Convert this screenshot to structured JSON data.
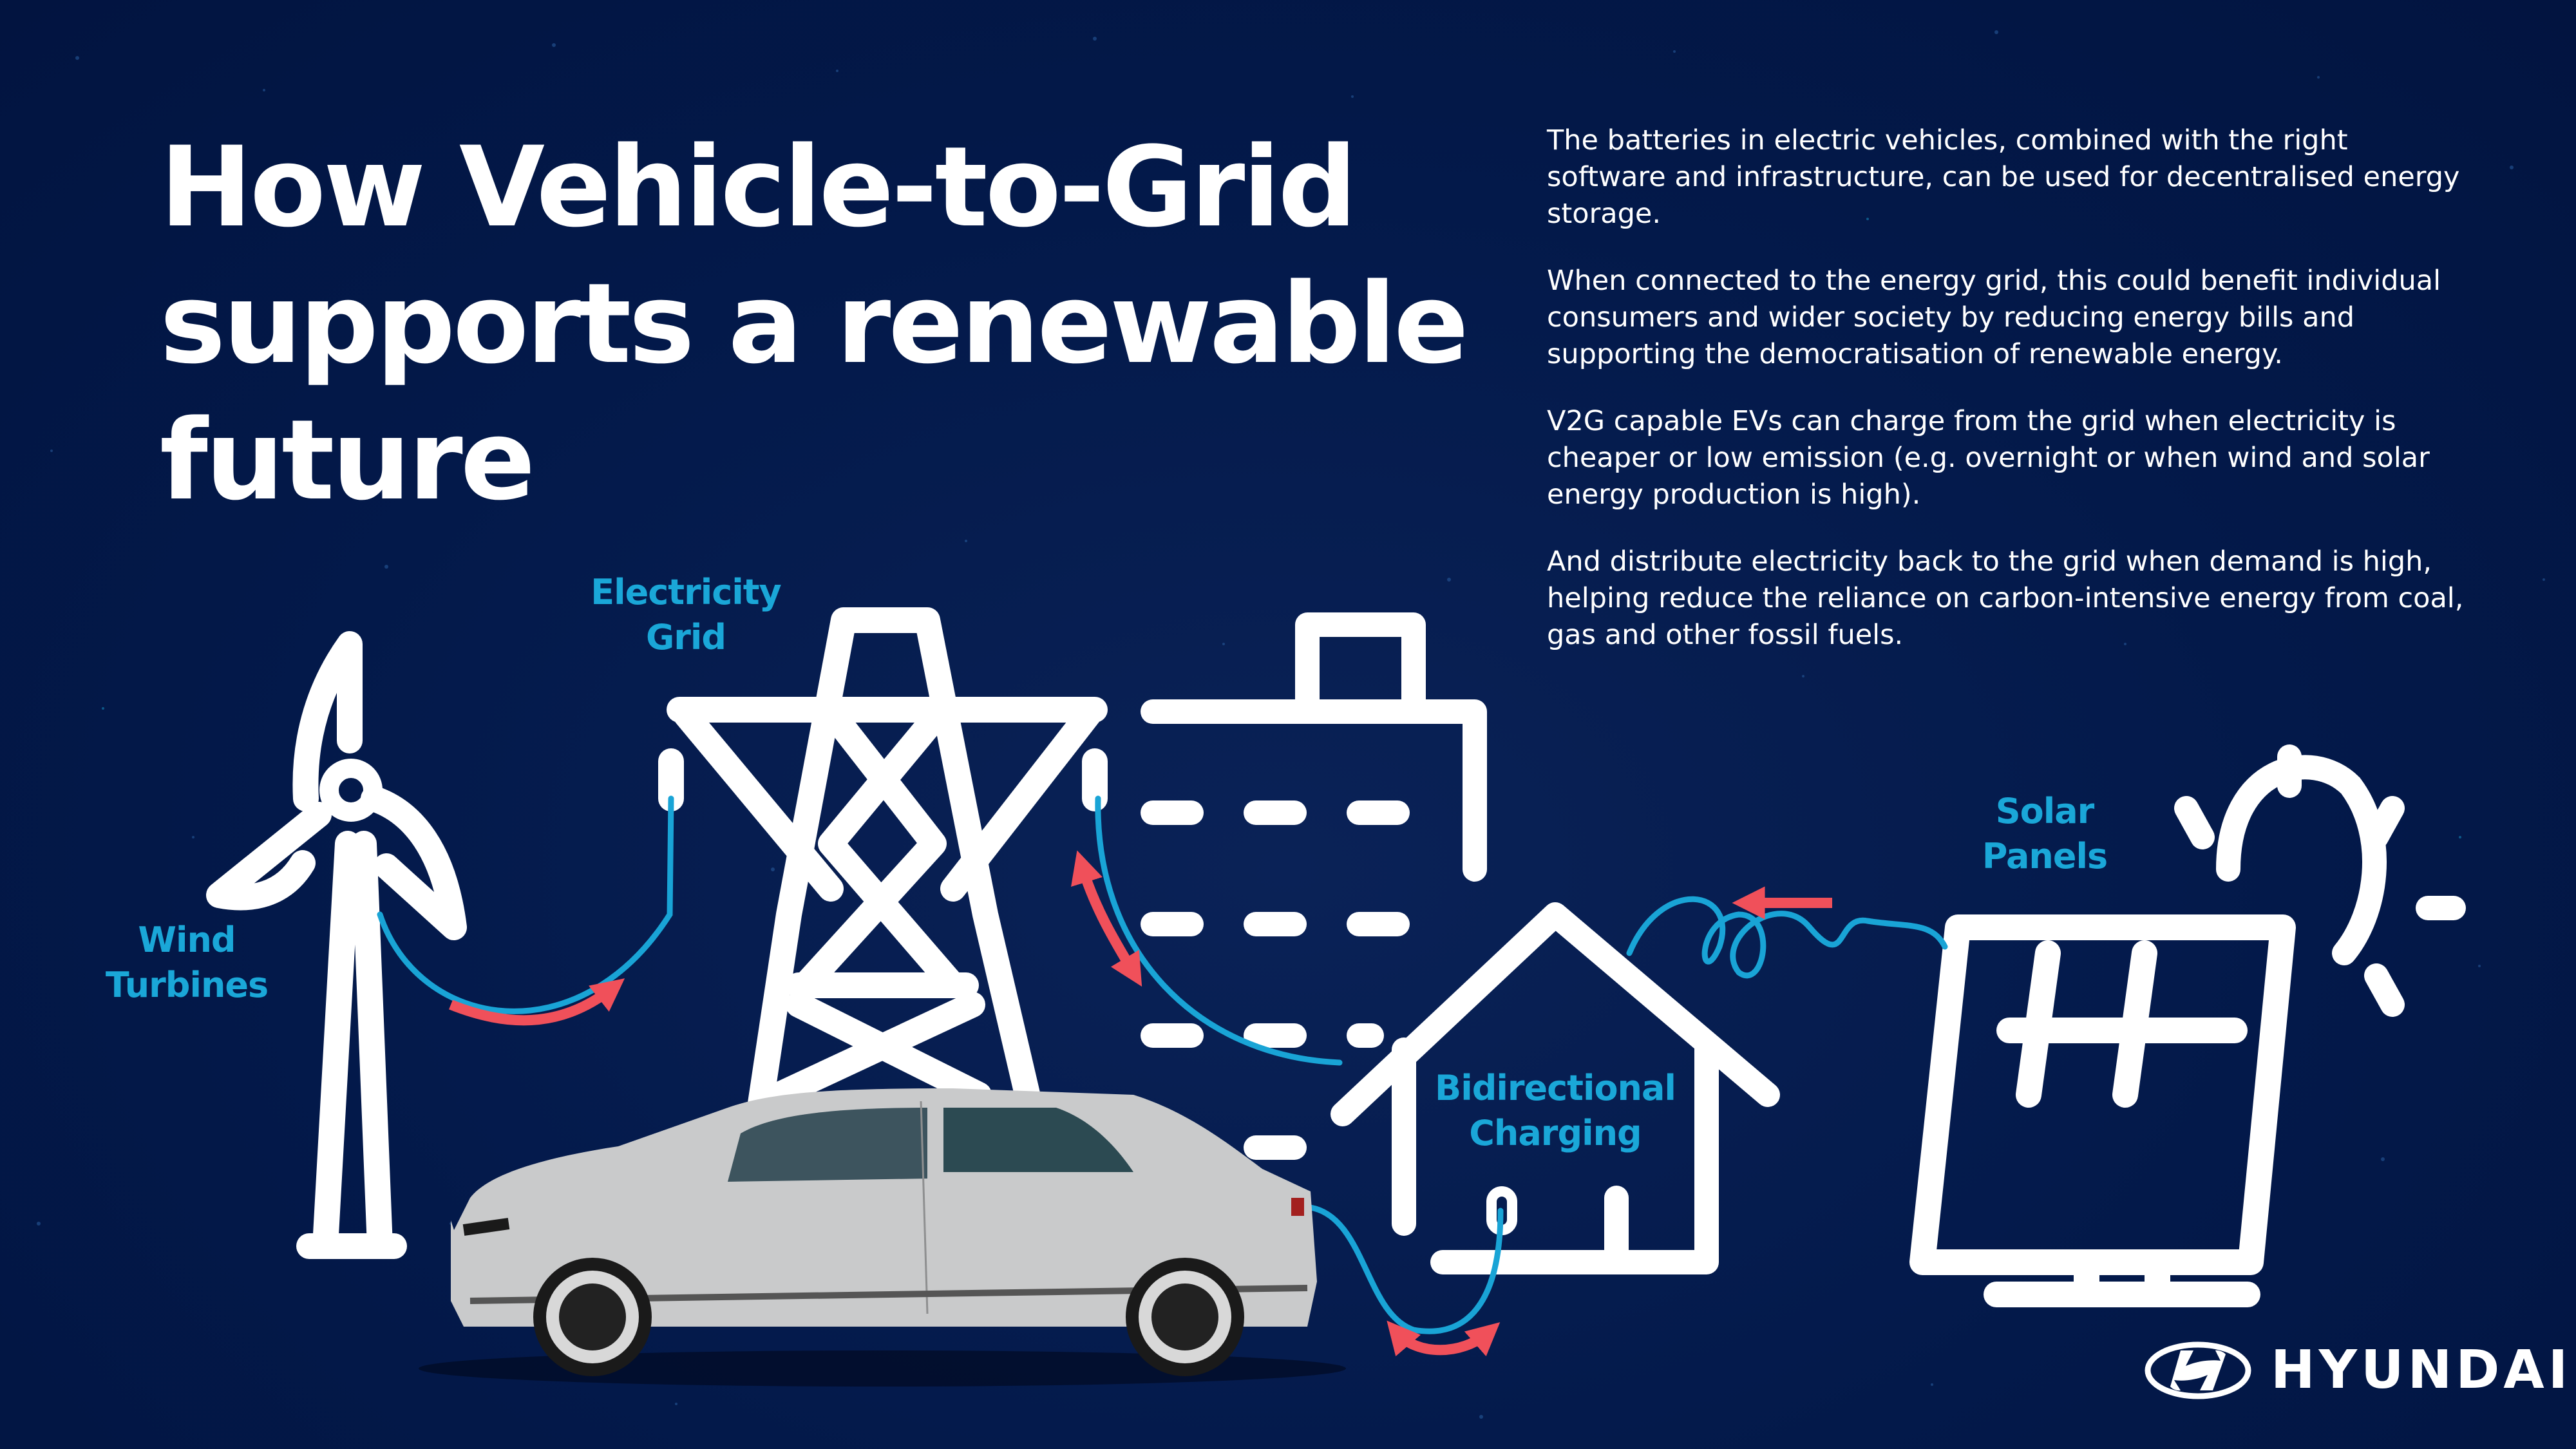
{
  "headline": {
    "lines": [
      "How Vehicle-to-Grid",
      "supports a renewable",
      "future"
    ]
  },
  "body": {
    "paragraphs": [
      "The batteries in electric vehicles, combined with the right software and infrastructure, can be used for decentralised energy storage.",
      "When connected to the energy grid, this could benefit individual consumers and wider society by reducing energy bills and supporting the democratisation of renewable energy.",
      "V2G capable EVs can charge from the grid when electricity is cheaper or low emission (e.g. overnight or when wind and solar energy production is high).",
      "And distribute electricity back to the grid when demand is high, helping reduce the reliance on carbon-intensive energy from coal, gas and other fossil fuels."
    ]
  },
  "labels": {
    "wind": [
      "Wind",
      "Turbines"
    ],
    "grid": [
      "Electricity",
      "Grid"
    ],
    "charging": [
      "Bidirectional",
      "Charging"
    ],
    "solar": [
      "Solar",
      "Panels"
    ]
  },
  "brand": {
    "name": "HYUNDAI"
  },
  "colors": {
    "background": "#03194a",
    "icon_stroke": "#ffffff",
    "label_blue": "#1aa7d8",
    "cable_blue": "#19a4d6",
    "arrow_red": "#f0505a",
    "car_silver": "#c9cacb"
  }
}
